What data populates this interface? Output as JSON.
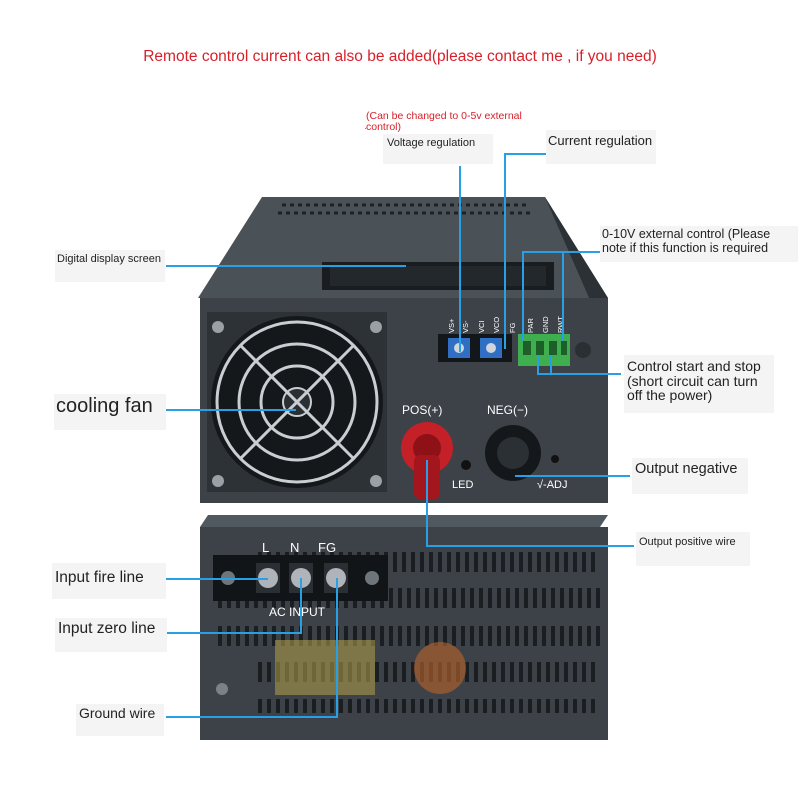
{
  "banner": "Remote control current can also be added(please contact me , if you need)",
  "labels": {
    "external_note": "(Can be changed to 0-5v external control)",
    "voltage_regulation": "Voltage regulation",
    "current_regulation": "Current regulation",
    "external_control": "0-10V external control (Please note if this function is required",
    "digital_display": "Digital display screen",
    "cooling_fan": "cooling fan",
    "control_start_stop": "Control start and stop (short circuit can turn off the power)",
    "output_negative": "Output negative",
    "output_positive": "Output positive wire",
    "input_fire": "Input fire line",
    "input_zero": "Input zero line",
    "ground_wire": "Ground wire"
  },
  "device": {
    "pos_label": "POS(+)",
    "neg_label": "NEG(−)",
    "led_label": "LED",
    "vadj_label": "√-ADJ",
    "terminal_labels": [
      "VS+",
      "VS-",
      "VCI",
      "VCO",
      "FG",
      "PAR",
      "GND",
      "RWT"
    ],
    "input_terminals": [
      "L",
      "N",
      "FG"
    ],
    "ac_input": "AC  INPUT"
  },
  "colors": {
    "callout_line": "#29a0e6",
    "banner_text": "#d8202a",
    "chassis": "#3c4247",
    "green_terminal": "#3fae4f",
    "pos_knob": "#b3161d"
  }
}
